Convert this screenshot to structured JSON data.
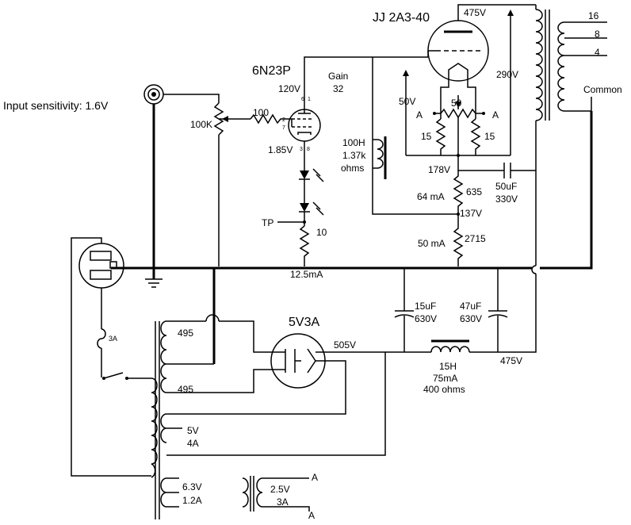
{
  "tubes": {
    "output": "JJ 2A3-40",
    "driver": "6N23P",
    "rectifier": "5V3A"
  },
  "labels": {
    "input_sensitivity": "Input sensitivity: 1.6V",
    "gain": "Gain",
    "gain_value": "32",
    "v120": "120V",
    "v1_85": "1.85V",
    "pot_100k": "100K",
    "r_100": "100",
    "pin6": "6",
    "pin1": "1",
    "pin2": "2",
    "pin7": "7",
    "pin3": "3",
    "pin8": "8",
    "tp": "TP",
    "r_10": "10",
    "i_12_5": "12.5mA",
    "choke_100h": "100H",
    "choke_1_37k": "1.37k",
    "choke_ohms": "ohms",
    "v475_top": "475V",
    "v290": "290V",
    "v50": "50V",
    "hum_50": "50",
    "a_left": "A",
    "a_right": "A",
    "r15_left": "15",
    "r15_right": "15",
    "v178": "178V",
    "c_50uf": "50uF",
    "c_330v": "330V",
    "ma64": "64 mA",
    "r_635": "635",
    "v137": "137V",
    "ma50": "50 mA",
    "r_2715": "2715",
    "tap16": "16",
    "tap8": "8",
    "tap4": "4",
    "common": "Common",
    "c15_1": "15uF",
    "c15_2": "630V",
    "c47_1": "47uF",
    "c47_2": "630V",
    "v505": "505V",
    "ch_15h": "15H",
    "ch_75ma": "75mA",
    "ch_400": "400 ohms",
    "v475_bot": "475V",
    "pt_495a": "495",
    "pt_495b": "495",
    "pt_5v": "5V",
    "pt_4a": "4A",
    "pt_6_3v": "6.3V",
    "pt_1_2a": "1.2A",
    "fil_2_5v": "2.5V",
    "fil_3a": "3A",
    "fil_a1": "A",
    "fil_a2": "A",
    "fuse": "3A"
  }
}
